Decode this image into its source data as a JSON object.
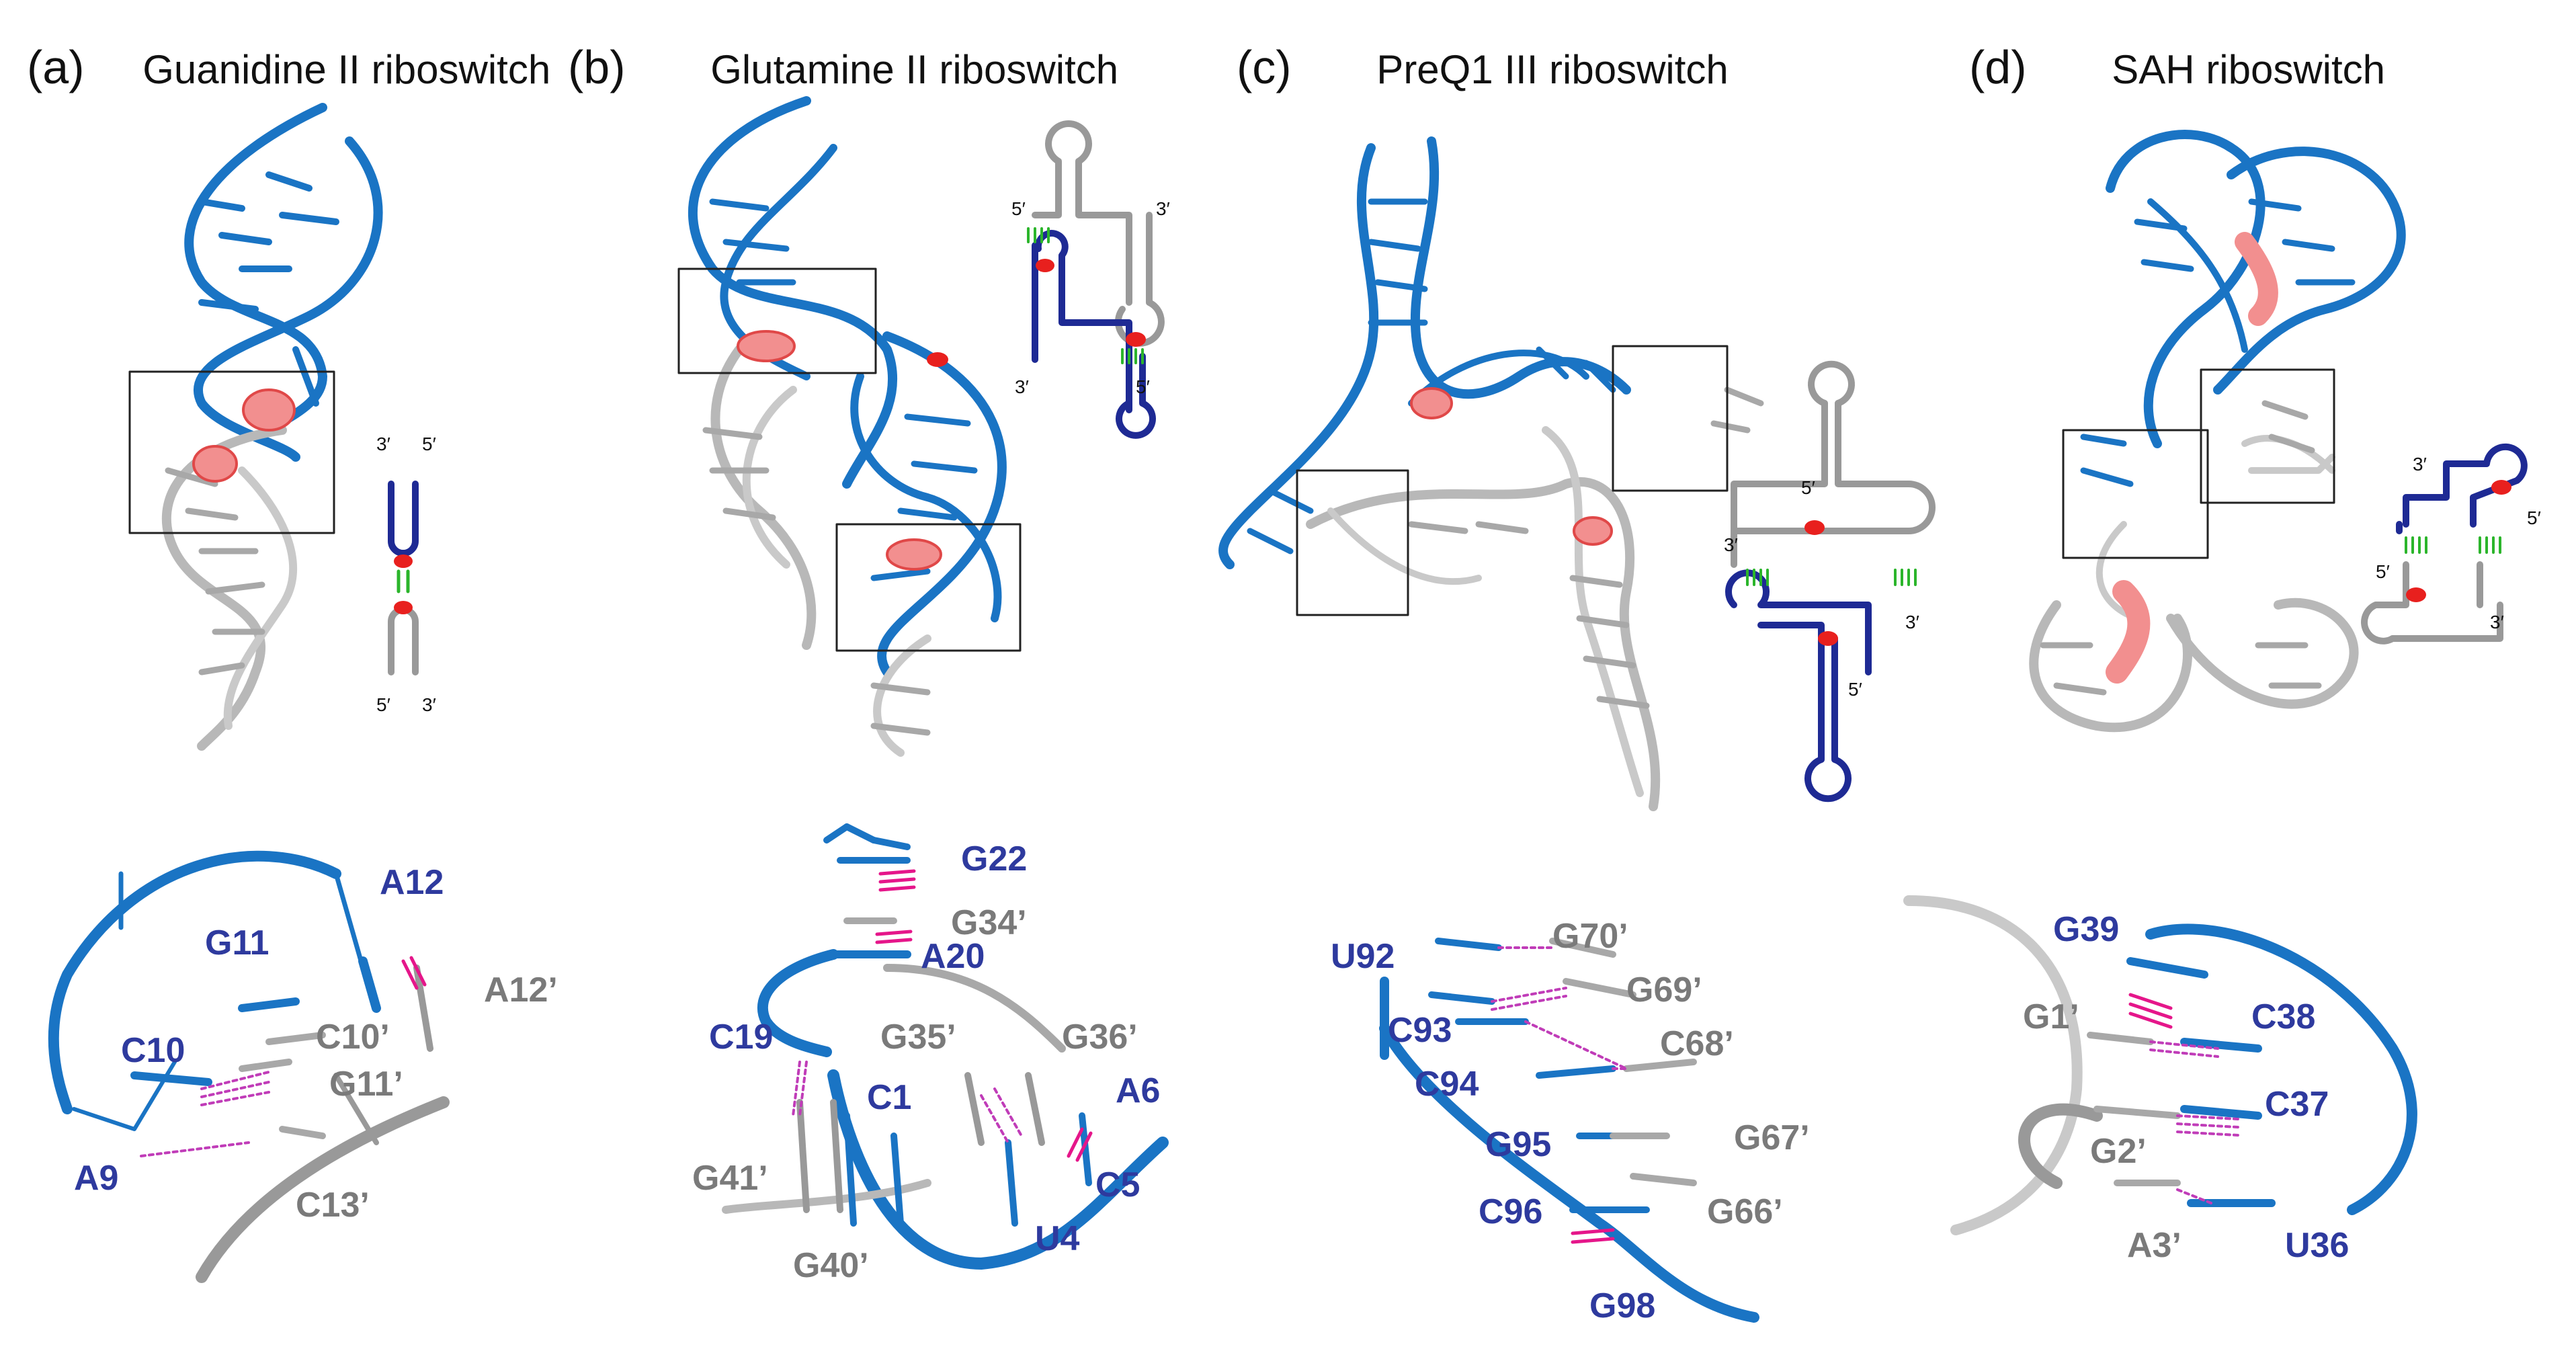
{
  "colors": {
    "blue_strand": "#1a74c4",
    "navy_schematic": "#1e2a94",
    "grey_strand": "#999999",
    "ligand": "#e8201e",
    "pairing": "#2bb52b",
    "hbond": "#c03cb8",
    "stacking": "#e5168a"
  },
  "panels": [
    {
      "letter": "(a)",
      "title": "Guanidine II riboswitch",
      "schematic_ends": [
        "3′",
        "5′",
        "5′",
        "3′"
      ],
      "residues_blue": [
        "A12",
        "G11",
        "C10",
        "A9"
      ],
      "residues_grey": [
        "A12’",
        "C10’",
        "G11’",
        "C13’"
      ]
    },
    {
      "letter": "(b)",
      "title": "Glutamine II riboswitch",
      "schematic_ends": [
        "5′",
        "3′",
        "3′",
        "5′"
      ],
      "residues_blue": [
        "G22",
        "A20",
        "C19",
        "C1",
        "A6",
        "C5",
        "U4"
      ],
      "residues_grey": [
        "G34’",
        "G35’",
        "G36’",
        "G41’",
        "G40’"
      ]
    },
    {
      "letter": "(c)",
      "title": "PreQ1 III riboswitch",
      "schematic_ends": [
        "5′",
        "3′",
        "3′",
        "5′"
      ],
      "residues_blue": [
        "U92",
        "C93",
        "C94",
        "G95",
        "C96",
        "G98"
      ],
      "residues_grey": [
        "G70’",
        "G69’",
        "C68’",
        "G67’",
        "G66’"
      ]
    },
    {
      "letter": "(d)",
      "title": "SAH riboswitch",
      "schematic_ends": [
        "3′",
        "5′",
        "5′",
        "3′"
      ],
      "residues_blue": [
        "G39",
        "C38",
        "C37",
        "U36"
      ],
      "residues_grey": [
        "G1’",
        "G2’",
        "A3’"
      ]
    }
  ]
}
